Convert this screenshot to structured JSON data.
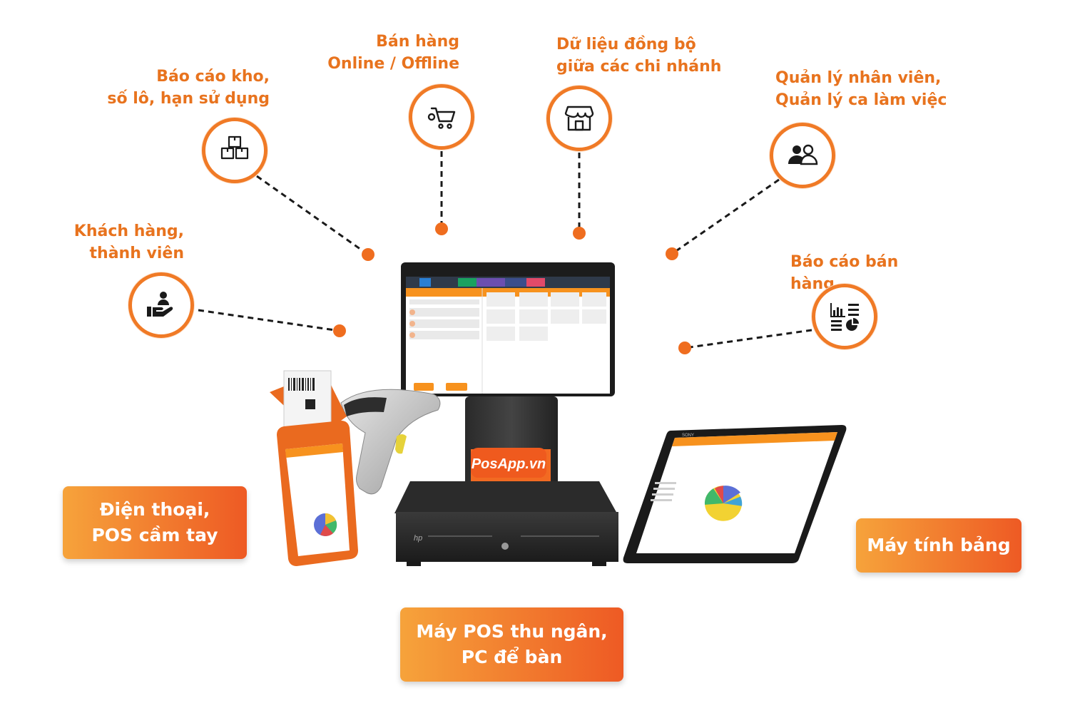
{
  "features": {
    "warehouse": {
      "line1": "Báo cáo kho,",
      "line2": "số lô, hạn sử dụng",
      "icon": "boxes-icon"
    },
    "sales_channel": {
      "line1": "Bán hàng",
      "line2": "Online / Offline",
      "icon": "shopping-cart-icon"
    },
    "branch_sync": {
      "line1": "Dữ liệu đồng bộ",
      "line2": "giữa các chi nhánh",
      "icon": "store-icon"
    },
    "staff": {
      "line1": "Quản lý nhân viên,",
      "line2": "Quản lý ca làm việc",
      "icon": "users-icon"
    },
    "customers": {
      "line1": "Khách hàng,",
      "line2": "thành viên",
      "icon": "customer-hand-icon"
    },
    "sales_report": {
      "line1": "Báo cáo bán hàng",
      "icon": "report-chart-icon"
    }
  },
  "devices": {
    "phone": {
      "line1": "Điện thoại,",
      "line2": "POS cầm tay"
    },
    "tablet": {
      "line1": "Máy tính bảng"
    },
    "desktop": {
      "line1": "Máy POS thu ngân,",
      "line2": "PC để bàn"
    }
  },
  "brand": {
    "logo_text": "PosApp.vn",
    "drawer_logo": "hp",
    "tablet_brand": "SONY"
  },
  "colors": {
    "accent": "#f07a26",
    "box_start": "#f6a33b",
    "box_end": "#ee5a24",
    "dot": "#ef6d1f"
  }
}
